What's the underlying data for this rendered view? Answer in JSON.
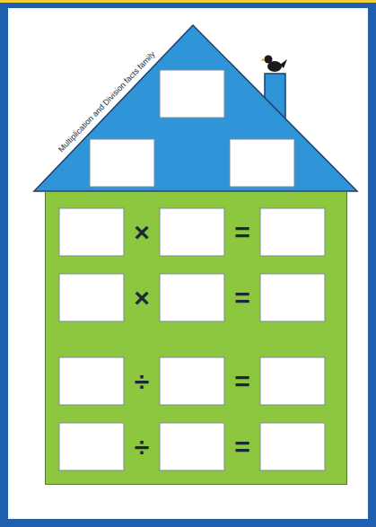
{
  "diagram": {
    "nodes": [
      {
        "text": [
          "Multiplication and Division facts family"
        ]
      },
      {
        "text": [
          "×",
          "=",
          "×",
          "=",
          "÷",
          "=",
          "÷",
          "="
        ]
      }
    ]
  }
}
